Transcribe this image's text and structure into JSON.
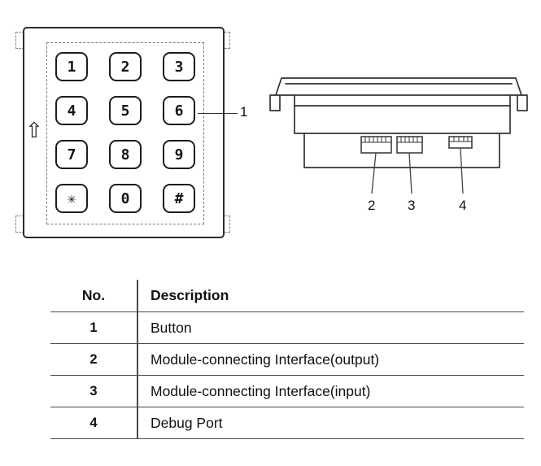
{
  "front_view": {
    "keypad_keys": [
      "1",
      "2",
      "3",
      "4",
      "5",
      "6",
      "7",
      "8",
      "9",
      "✳",
      "0",
      "#"
    ],
    "up_arrow_icon": "⇧",
    "callout_label": "1"
  },
  "side_view": {
    "callout_labels": [
      "2",
      "3",
      "4"
    ]
  },
  "table": {
    "headers": {
      "no": "No.",
      "description": "Description"
    },
    "rows": [
      {
        "no": "1",
        "description": "Button"
      },
      {
        "no": "2",
        "description": "Module-connecting Interface(output)"
      },
      {
        "no": "3",
        "description": "Module-connecting Interface(input)"
      },
      {
        "no": "4",
        "description": "Debug Port"
      }
    ]
  },
  "colors": {
    "line": "#333333",
    "text": "#111111"
  }
}
